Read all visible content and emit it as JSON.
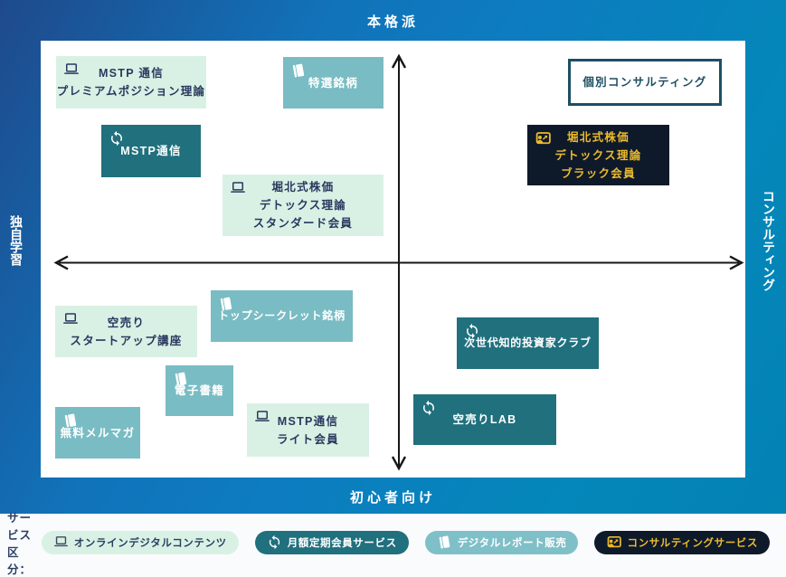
{
  "axes": {
    "top": "本格派",
    "bottom": "初心者向け",
    "left": "独自学習",
    "right": "コンサルティング"
  },
  "boxes": [
    {
      "id": "mstp-premium",
      "type": "online",
      "lines": [
        "MSTP 通信",
        "プレミアムポジション理論"
      ]
    },
    {
      "id": "tokusen-meigara",
      "type": "report",
      "lines": [
        "特選銘柄"
      ]
    },
    {
      "id": "mstp-tsushin",
      "type": "subscription",
      "lines": [
        "MSTP通信"
      ]
    },
    {
      "id": "horikita-standard",
      "type": "online",
      "lines": [
        "堀北式株価",
        "デトックス理論",
        "スタンダード会員"
      ]
    },
    {
      "id": "kobetsu-consulting",
      "type": "outline",
      "lines": [
        "個別コンサルティング"
      ]
    },
    {
      "id": "horikita-black",
      "type": "consulting",
      "lines": [
        "堀北式株価",
        "デトックス理論",
        "ブラック会員"
      ]
    },
    {
      "id": "karauri-startup",
      "type": "online",
      "lines": [
        "空売り",
        "スタートアップ講座"
      ]
    },
    {
      "id": "top-secret-meigara",
      "type": "report",
      "lines": [
        "トップシークレット銘柄"
      ]
    },
    {
      "id": "denshi-shoseki",
      "type": "report",
      "lines": [
        "電子書籍"
      ]
    },
    {
      "id": "muryo-merumaga",
      "type": "report",
      "lines": [
        "無料メルマガ"
      ]
    },
    {
      "id": "mstp-light",
      "type": "online",
      "lines": [
        "MSTP通信",
        "ライト会員"
      ]
    },
    {
      "id": "jisedai-club",
      "type": "subscription",
      "lines": [
        "次世代知的投資家クラブ"
      ]
    },
    {
      "id": "karauri-lab",
      "type": "subscription",
      "lines": [
        "空売りLAB"
      ]
    }
  ],
  "legend": {
    "prefix": "サービス区分：",
    "entries": [
      {
        "label": "オンラインデジタルコンテンツ",
        "type": "online"
      },
      {
        "label": "月額定期会員サービス",
        "type": "subscription"
      },
      {
        "label": "デジタルレポート販売",
        "type": "report"
      },
      {
        "label": "コンサルティングサービス",
        "type": "consulting"
      }
    ]
  },
  "colors": {
    "online_bg": "#d9f1e4",
    "report_bg": "#79bcc4",
    "subscription_bg": "#20707e",
    "consulting_bg": "#0e1a29",
    "consulting_text": "#edba2e",
    "outline_border": "#1d4f63",
    "dark_text": "#27395f",
    "axis": "#161616"
  }
}
